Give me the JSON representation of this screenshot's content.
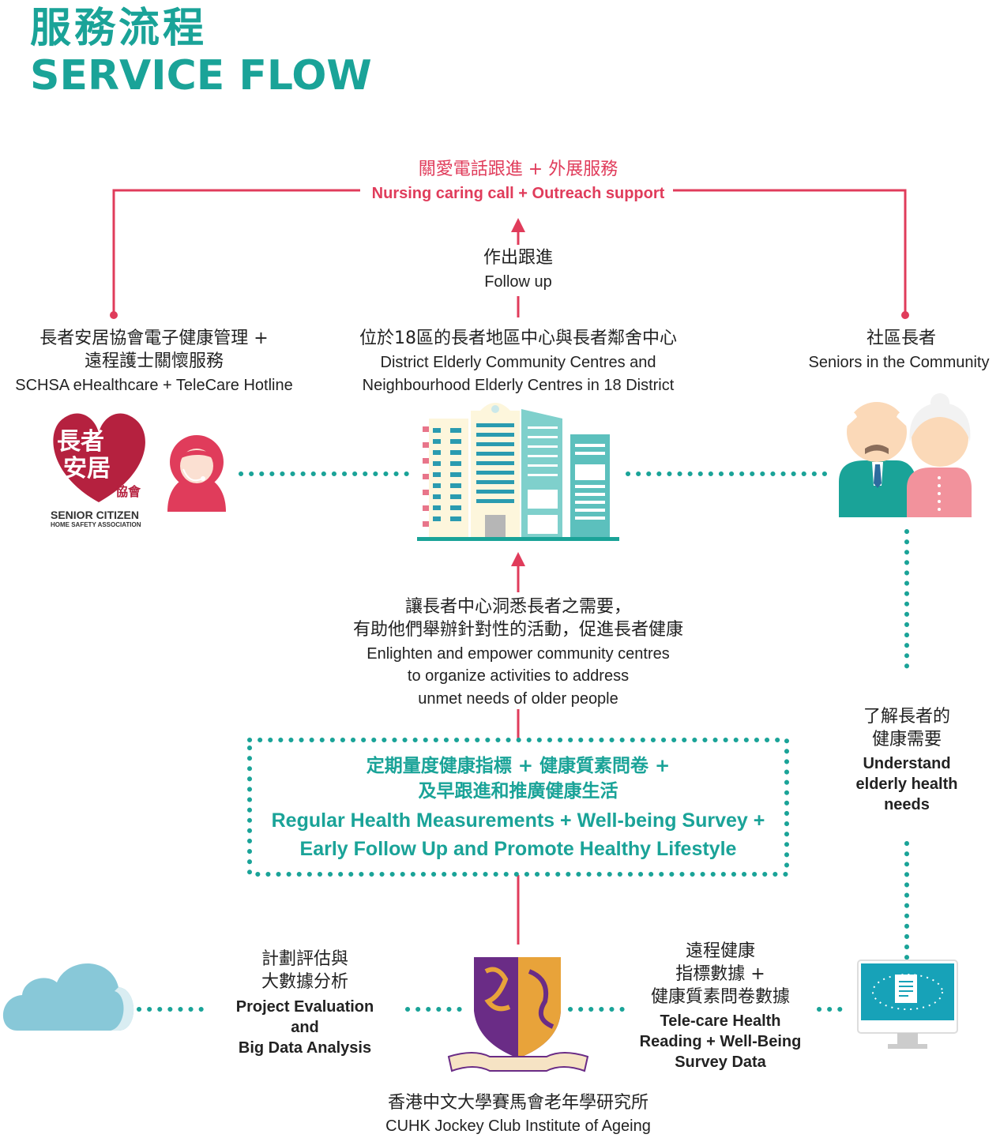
{
  "title": {
    "zh": "服務流程",
    "en": "SERVICE FLOW"
  },
  "outreach": {
    "zh": "關愛電話跟進 + 外展服務",
    "en": "Nursing caring call + Outreach support"
  },
  "follow_up": {
    "zh": "作出跟進",
    "en": "Follow up"
  },
  "schsa": {
    "zh1": "長者安居協會電子健康管理 +",
    "zh2": "遠程護士關懷服務",
    "en": "SCHSA eHealthcare + TeleCare Hotline",
    "logo_line1": "長者",
    "logo_line2": "安居",
    "logo_small": "協會",
    "logo_en1": "SENIOR CITIZEN",
    "logo_en2": "HOME SAFETY ASSOCIATION"
  },
  "district": {
    "zh": "位於18區的長者地區中心與長者鄰舍中心",
    "en1": "District Elderly Community Centres and",
    "en2": "Neighbourhood Elderly Centres in 18 District"
  },
  "seniors": {
    "zh": "社區長者",
    "en": "Seniors in the Community"
  },
  "enlighten": {
    "zh1": "讓長者中心洞悉長者之需要，",
    "zh2": "有助他們舉辦針對性的活動，促進長者健康",
    "en1": "Enlighten and empower community centres",
    "en2": "to organize activities to address",
    "en3": "unmet needs of older people"
  },
  "regular": {
    "zh1": "定期量度健康指標 + 健康質素問卷 +",
    "zh2": "及早跟進和推廣健康生活",
    "en1": "Regular Health Measurements + Well-being Survey +",
    "en2": "Early Follow Up and Promote Healthy Lifestyle"
  },
  "understand": {
    "zh1": "了解長者的",
    "zh2": "健康需要",
    "en1": "Understand",
    "en2": "elderly health",
    "en3": "needs"
  },
  "project": {
    "zh1": "計劃評估與",
    "zh2": "大數據分析",
    "en1": "Project Evaluation",
    "en2": "and",
    "en3": "Big Data Analysis"
  },
  "telecare": {
    "zh1": "遠程健康",
    "zh2": "指標數據 +",
    "zh3": "健康質素問卷數據",
    "en1": "Tele-care Health",
    "en2": "Reading + Well-Being",
    "en3": "Survey Data"
  },
  "cuhk": {
    "zh": "香港中文大學賽馬會老年學研究所",
    "en": "CUHK Jockey Club Institute of Ageing"
  },
  "colors": {
    "teal": "#1aa398",
    "red": "#e03c5b",
    "crimson": "#b5213f",
    "purple": "#6a2c86",
    "gold": "#e8a33a"
  }
}
